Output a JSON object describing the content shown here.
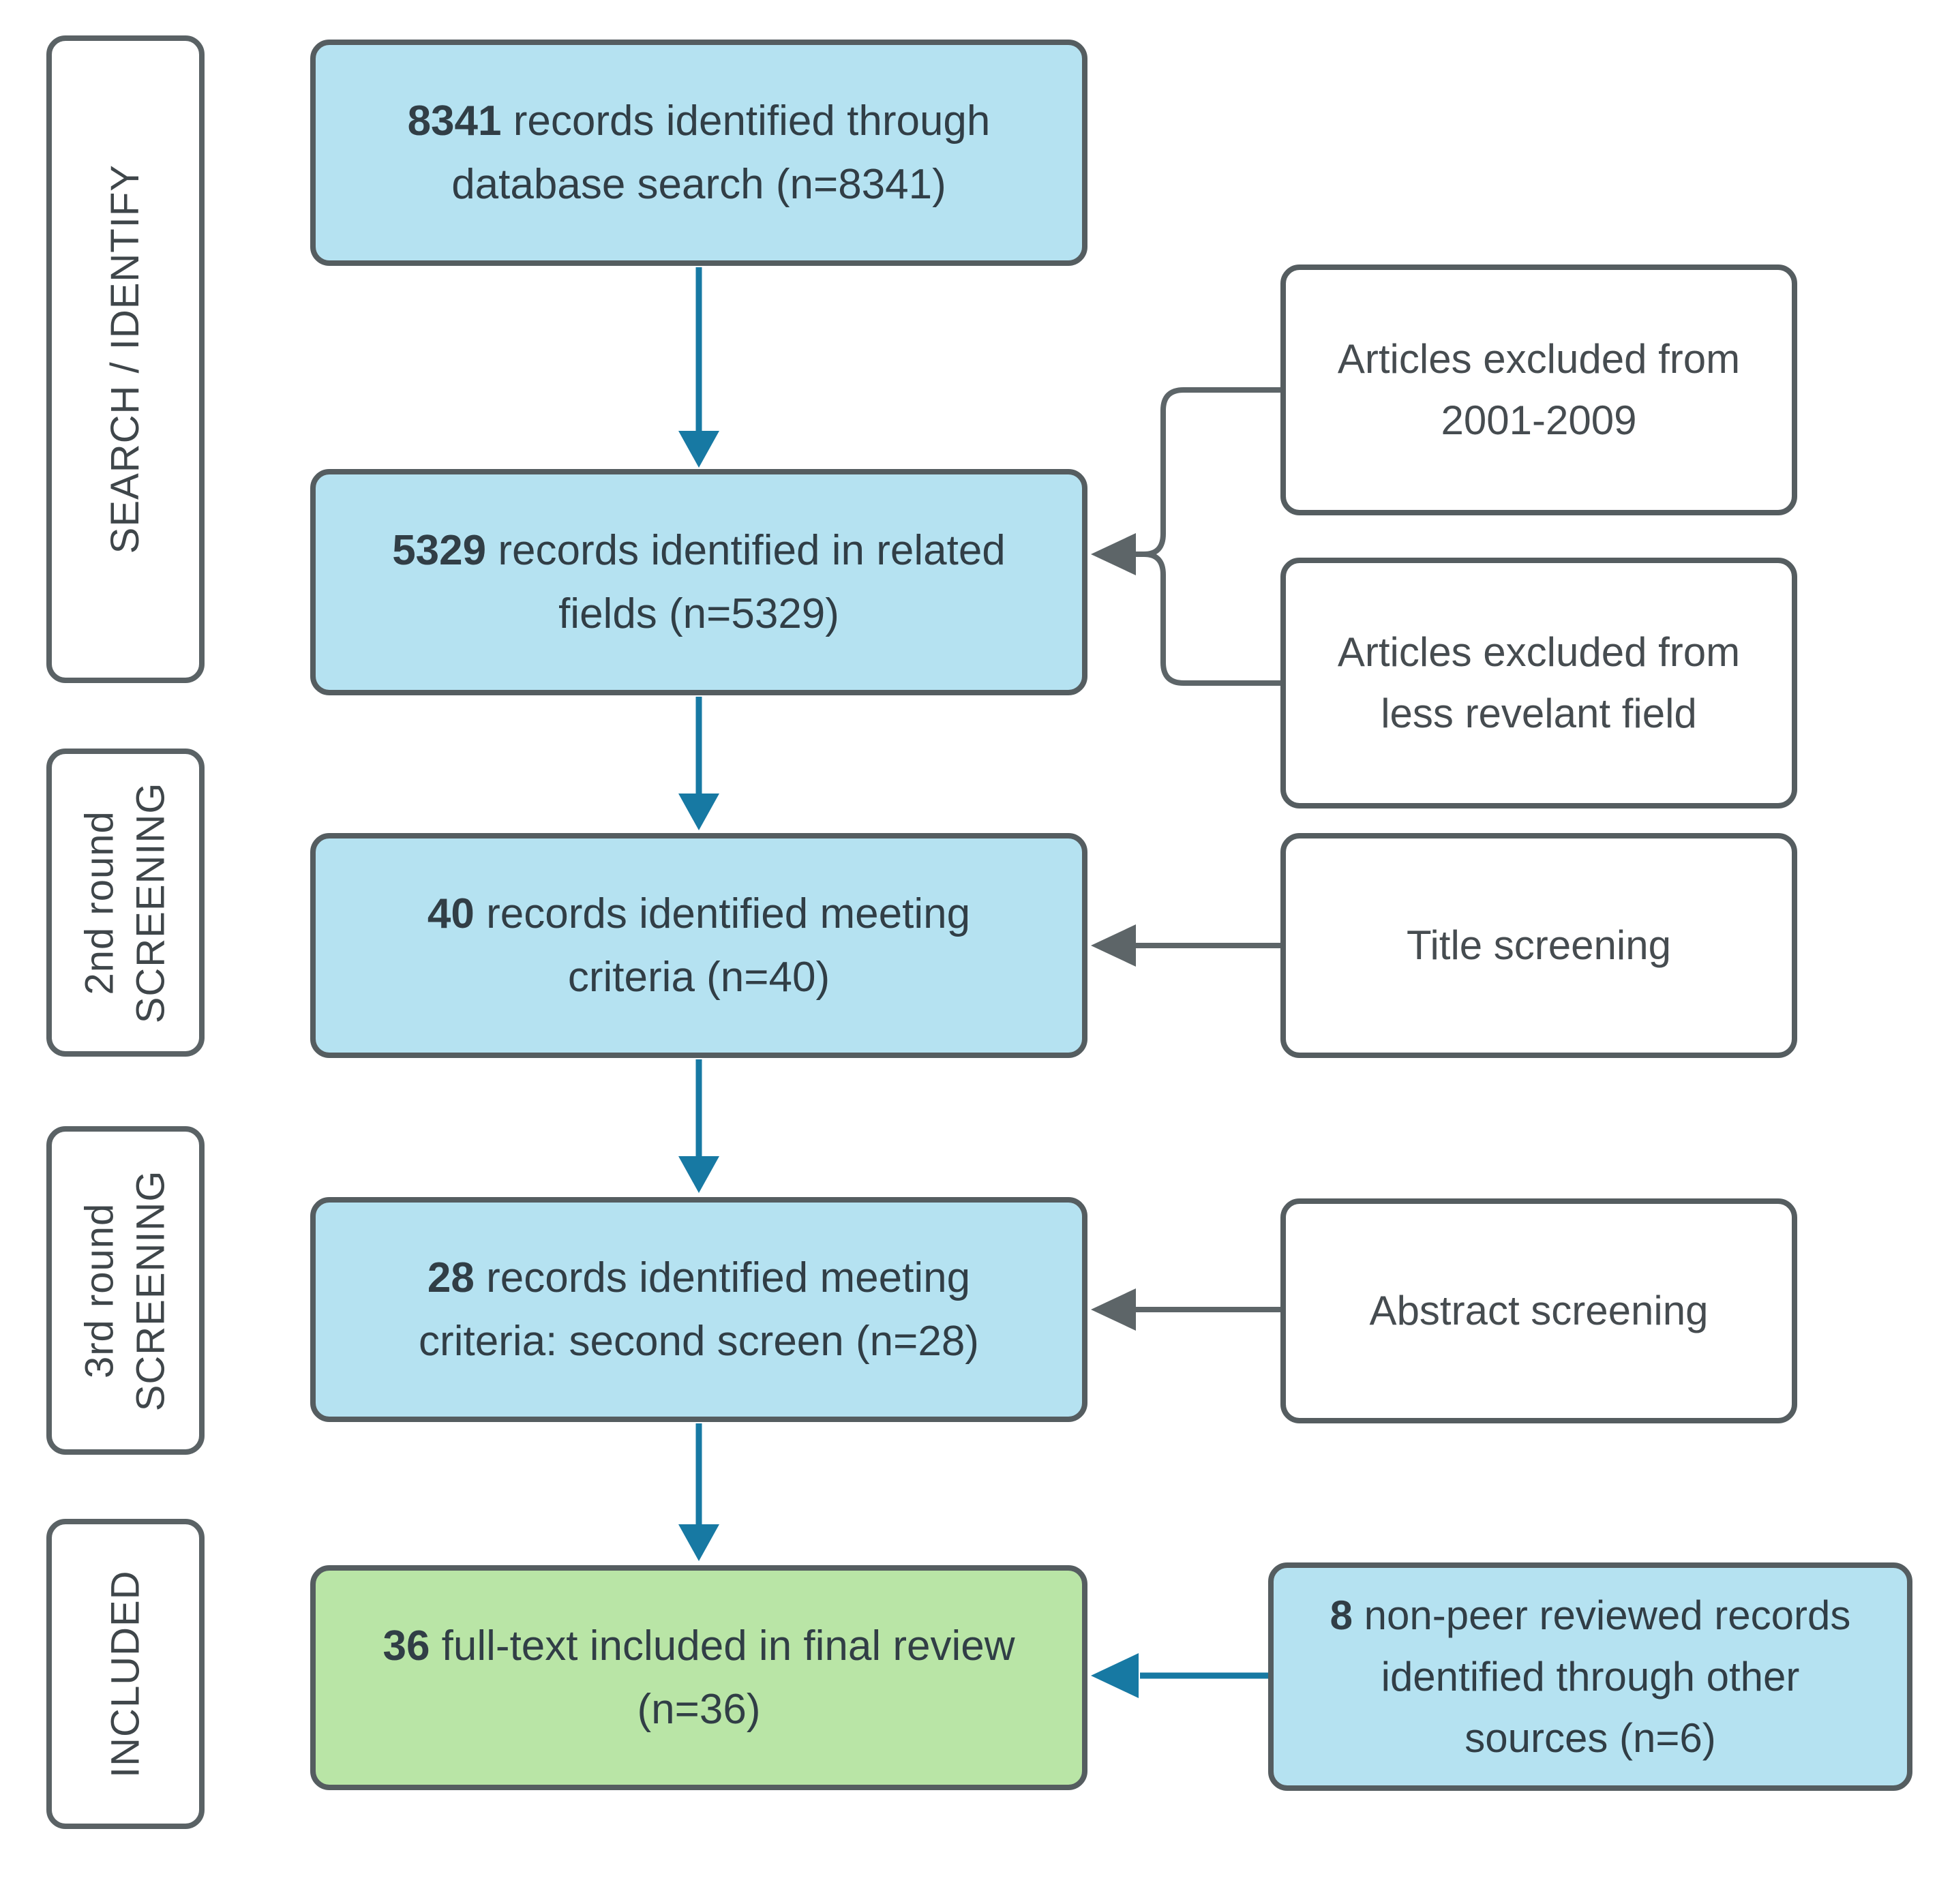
{
  "stages": [
    {
      "lines": [
        "SEARCH / IDENTIFY"
      ]
    },
    {
      "lines": [
        "2nd round",
        "SCREENING"
      ]
    },
    {
      "lines": [
        "3rd round",
        "SCREENING"
      ]
    },
    {
      "lines": [
        "INCLUDED"
      ]
    }
  ],
  "flow_boxes": [
    {
      "num": "8341",
      "text": "records identified through database search (n=8341)"
    },
    {
      "num": "5329",
      "text": "records identified in related fields (n=5329)"
    },
    {
      "num": "40",
      "text": "records identified meeting criteria (n=40)"
    },
    {
      "num": "28",
      "text": "records identified meeting criteria: second screen (n=28)"
    },
    {
      "num": "36",
      "text": "full-text included in final review (n=36)"
    }
  ],
  "side_boxes": [
    {
      "text": "Articles excluded from 2001-2009"
    },
    {
      "text": "Articles excluded from less revelant field"
    },
    {
      "text": "Title screening"
    },
    {
      "text": "Abstract screening"
    },
    {
      "num": "8",
      "text": "non-peer reviewed records identified through other sources (n=6)"
    }
  ],
  "colors": {
    "flow_box_fill": "#b5e2f1",
    "included_box_fill": "#b9e5a6",
    "side_box_fill": "#ffffff",
    "box_border": "#555d60",
    "flow_arrow": "#1779a3",
    "side_arrow": "#5d6568"
  }
}
